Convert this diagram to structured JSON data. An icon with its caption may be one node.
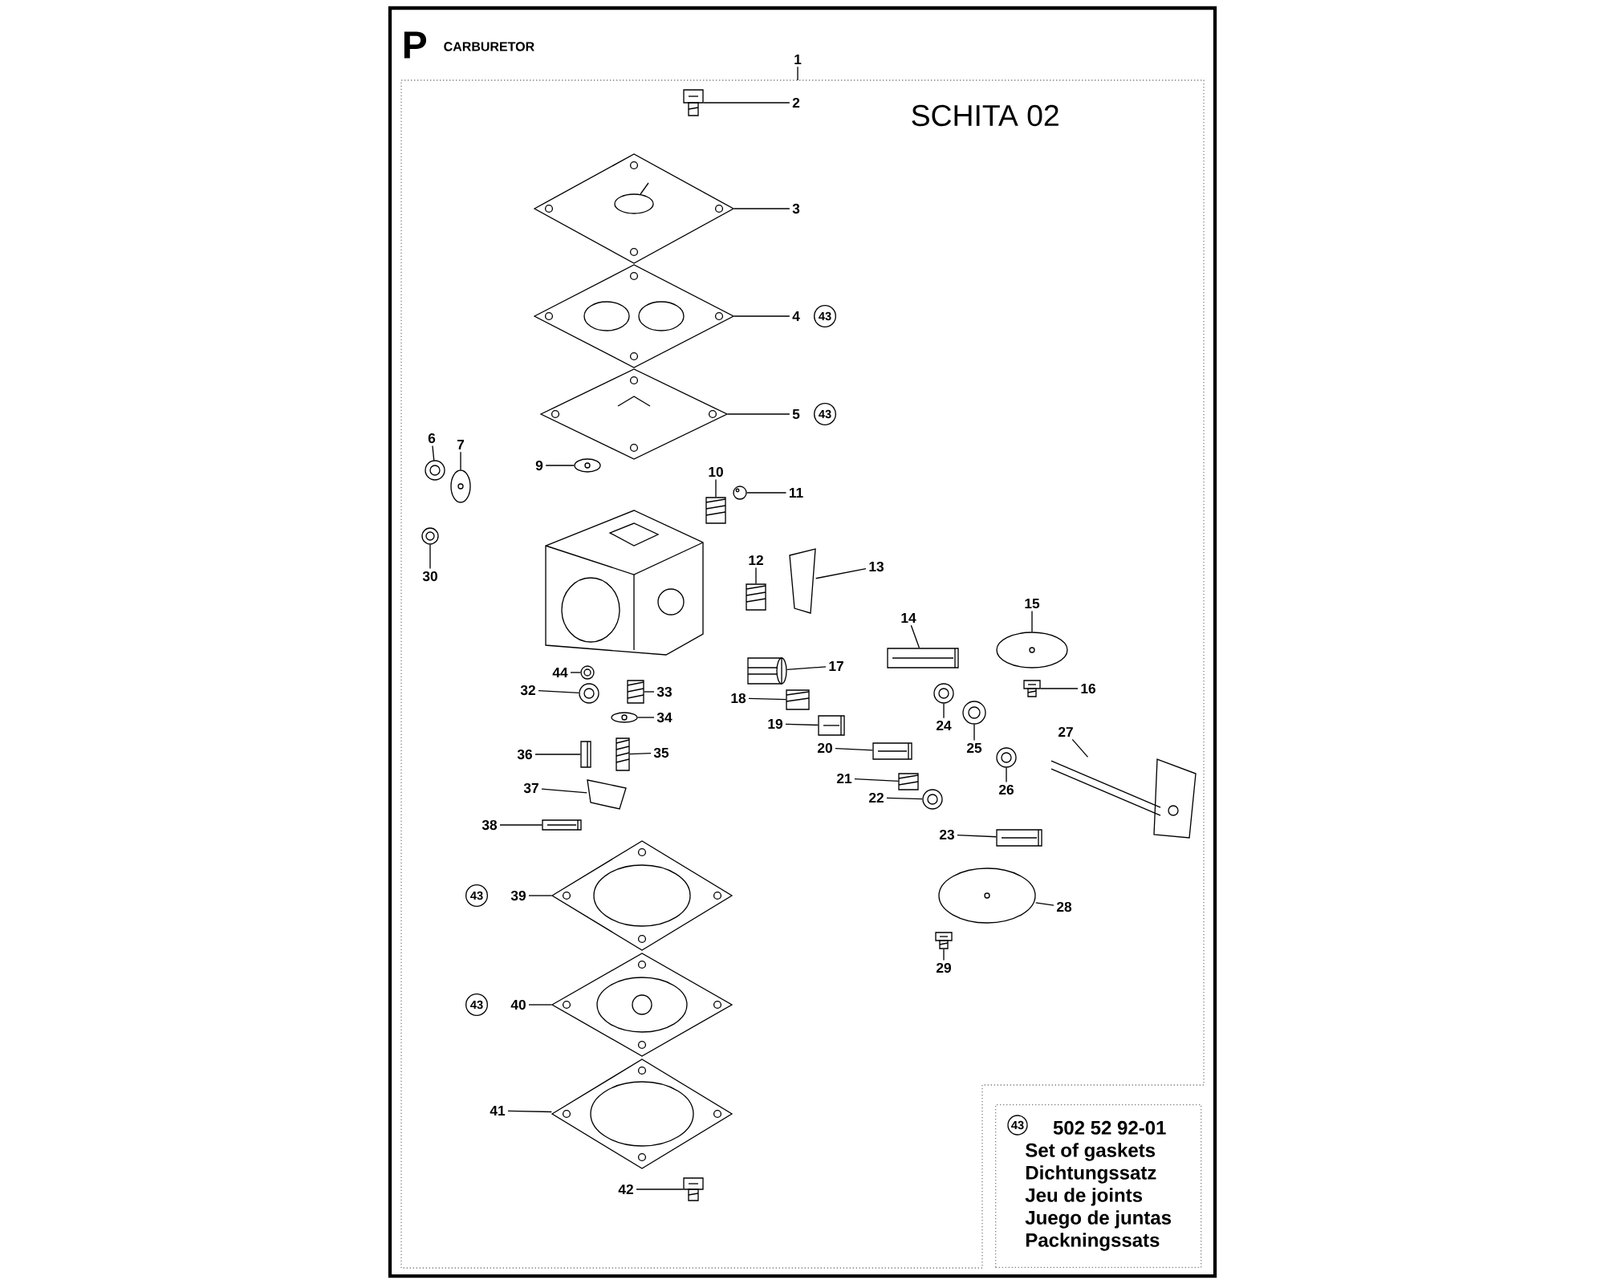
{
  "diagram": {
    "nodes": [
      {
        "text": [
          "1"
        ]
      },
      {
        "text": [
          "2"
        ]
      },
      {
        "text": [
          "3"
        ]
      },
      {
        "text": [
          "4"
        ]
      },
      {
        "text": [
          "43"
        ]
      },
      {
        "text": [
          "5"
        ]
      },
      {
        "text": [
          "43"
        ]
      },
      {
        "text": [
          "6"
        ]
      },
      {
        "text": [
          "7"
        ]
      },
      {
        "text": [
          "9"
        ]
      },
      {
        "text": [
          "10"
        ]
      },
      {
        "text": [
          "11"
        ]
      },
      {
        "text": [
          "12"
        ]
      },
      {
        "text": [
          "13"
        ]
      },
      {
        "text": [
          "30"
        ]
      },
      {
        "text": [
          "15"
        ]
      },
      {
        "text": [
          "14"
        ]
      },
      {
        "text": [
          "17"
        ]
      },
      {
        "text": [
          "44"
        ]
      },
      {
        "text": [
          "16"
        ]
      },
      {
        "text": [
          "32"
        ]
      },
      {
        "text": [
          "33"
        ]
      },
      {
        "text": [
          "18"
        ]
      },
      {
        "text": [
          "34"
        ]
      },
      {
        "text": [
          "24"
        ]
      },
      {
        "text": [
          "19"
        ]
      },
      {
        "text": [
          "27"
        ]
      },
      {
        "text": [
          "20"
        ]
      },
      {
        "text": [
          "25"
        ]
      },
      {
        "text": [
          "35"
        ]
      },
      {
        "text": [
          "36"
        ]
      },
      {
        "text": [
          "21"
        ]
      },
      {
        "text": [
          "37"
        ]
      },
      {
        "text": [
          "26"
        ]
      },
      {
        "text": [
          "22"
        ]
      },
      {
        "text": [
          "38"
        ]
      },
      {
        "text": [
          "23"
        ]
      },
      {
        "text": [
          "43"
        ]
      },
      {
        "text": [
          "39"
        ]
      },
      {
        "text": [
          "28"
        ]
      },
      {
        "text": [
          "29"
        ]
      },
      {
        "text": [
          "43"
        ]
      },
      {
        "text": [
          "40"
        ]
      },
      {
        "text": [
          "41"
        ]
      },
      {
        "text": [
          "42"
        ]
      },
      {
        "text": [
          "502 52 92-01",
          "Set of gaskets",
          "Dichtungssatz",
          "Jeu de joints",
          "Juego de juntas",
          "Packningssats"
        ]
      },
      {
        "text": [
          "43"
        ],
        "in": 45
      },
      {
        "text": [],
        "shape": "picture"
      },
      {
        "text": [],
        "shape": "picture"
      },
      {
        "text": [],
        "shape": "picture"
      },
      {
        "text": [],
        "shape": "picture"
      },
      {
        "text": [],
        "shape": "picture"
      },
      {
        "text": [],
        "shape": "picture"
      },
      {
        "text": [],
        "shape": "picture"
      },
      {
        "text": [],
        "shape": "picture"
      },
      {
        "text": [],
        "shape": "picture"
      },
      {
        "text": [],
        "shape": "picture"
      },
      {
        "text": [],
        "shape": "picture"
      },
      {
        "text": [],
        "shape": "picture"
      },
      {
        "text": [],
        "shape": "picture"
      },
      {
        "text": [],
        "shape": "picture"
      },
      {
        "text": [],
        "shape": "picture"
      },
      {
        "text": [],
        "shape": "picture"
      },
      {
        "text": [],
        "shape": "picture"
      },
      {
        "text": [],
        "shape": "picture"
      },
      {
        "text": [],
        "shape": "picture"
      },
      {
        "text": [],
        "shape": "picture"
      },
      {
        "text": [],
        "shape": "picture"
      },
      {
        "text": [],
        "shape": "picture"
      },
      {
        "text": [],
        "shape": "picture"
      },
      {
        "text": [],
        "shape": "picture"
      },
      {
        "text": [],
        "shape": "picture"
      },
      {
        "text": [],
        "shape": "picture"
      },
      {
        "text": [],
        "shape": "picture"
      },
      {
        "text": [],
        "shape": "picture"
      },
      {
        "text": [],
        "shape": "picture"
      },
      {
        "text": [],
        "shape": "picture"
      },
      {
        "text": [],
        "shape": "picture"
      },
      {
        "text": [],
        "shape": "picture"
      },
      {
        "text": [],
        "shape": "picture"
      },
      {
        "text": [],
        "shape": "picture"
      },
      {
        "text": [],
        "shape": "picture"
      },
      {
        "text": [],
        "shape": "picture"
      },
      {
        "text": [],
        "shape": "picture"
      },
      {
        "text": [],
        "shape": "picture"
      },
      {
        "text": [],
        "shape": "picture"
      },
      {
        "text": [],
        "shape": "picture"
      }
    ],
    "edges": [
      {
        "from": 0,
        "to": null,
        "arrow": "none"
      },
      {
        "from": 1,
        "to": 47,
        "arrow": "none"
      },
      {
        "from": 2,
        "to": 48,
        "arrow": "none"
      },
      {
        "from": 3,
        "to": 49,
        "arrow": "none"
      },
      {
        "from": 5,
        "to": 50,
        "arrow": "none"
      },
      {
        "from": 7,
        "to": 51,
        "arrow": "none"
      },
      {
        "from": 8,
        "to": 52,
        "arrow": "none"
      },
      {
        "from": 9,
        "to": 53,
        "arrow": "none"
      },
      {
        "from": 10,
        "to": 54,
        "arrow": "none"
      },
      {
        "from": 11,
        "to": 55,
        "arrow": "none"
      },
      {
        "from": 12,
        "to": 56,
        "arrow": "none"
      },
      {
        "from": 13,
        "to": 57,
        "arrow": "none"
      },
      {
        "from": 14,
        "to": 58,
        "arrow": "none"
      },
      {
        "from": 15,
        "to": 59,
        "arrow": "none"
      },
      {
        "from": 16,
        "to": 60,
        "arrow": "none"
      },
      {
        "from": 17,
        "to": 61,
        "arrow": "none"
      },
      {
        "from": 18,
        "to": 62,
        "arrow": "none"
      },
      {
        "from": 19,
        "to": 63,
        "arrow": "none"
      },
      {
        "from": 20,
        "to": 64,
        "arrow": "none"
      },
      {
        "from": 21,
        "to": 65,
        "arrow": "none"
      },
      {
        "from": 22,
        "to": 66,
        "arrow": "none"
      },
      {
        "from": 23,
        "to": 67,
        "arrow": "none"
      },
      {
        "from": 24,
        "to": 68,
        "arrow": "none"
      },
      {
        "from": 25,
        "to": 69,
        "arrow": "none"
      },
      {
        "from": 26,
        "to": 70,
        "arrow": "none"
      },
      {
        "from": 27,
        "to": 71,
        "arrow": "none"
      },
      {
        "from": 28,
        "to": 72,
        "arrow": "none"
      },
      {
        "from": 29,
        "to": 73,
        "arrow": "none"
      },
      {
        "from": 30,
        "to": 74,
        "arrow": "none"
      },
      {
        "from": 31,
        "to": 75,
        "arrow": "none"
      },
      {
        "from": 32,
        "to": 76,
        "arrow": "none"
      },
      {
        "from": 33,
        "to": 77,
        "arrow": "none"
      },
      {
        "from": 34,
        "to": 78,
        "arrow": "none"
      },
      {
        "from": 35,
        "to": 79,
        "arrow": "none"
      },
      {
        "from": 36,
        "to": 80,
        "arrow": "none"
      },
      {
        "from": 38,
        "to": 81,
        "arrow": "none"
      },
      {
        "from": 39,
        "to": 82,
        "arrow": "none"
      },
      {
        "from": 40,
        "to": 83,
        "arrow": "none"
      },
      {
        "from": 42,
        "to": 84,
        "arrow": "none"
      },
      {
        "from": 43,
        "to": 85,
        "arrow": "none"
      },
      {
        "from": 44,
        "to": 86,
        "arrow": "none"
      }
    ],
    "labels": [
      "P",
      "CARBURETOR",
      "SCHITA 02"
    ]
  }
}
